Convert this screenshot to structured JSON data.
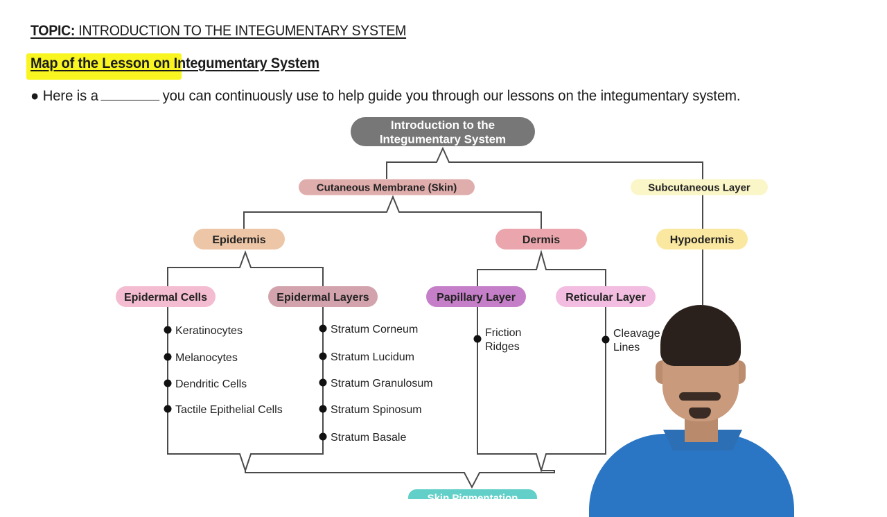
{
  "header": {
    "topic_label": "TOPIC:",
    "topic_text": " INTRODUCTION TO THE INTEGUMENTARY SYSTEM",
    "lesson_title": "Map of the Lesson on Integumentary System",
    "bullet_before": "Here is a",
    "bullet_after": "you can continuously use to help guide you through our lessons on the integumentary system."
  },
  "map": {
    "root": "Introduction to the|Integumentary System",
    "cutaneous": "Cutaneous Membrane (Skin)",
    "subcutaneous": "Subcutaneous Layer",
    "epidermis": "Epidermis",
    "dermis": "Dermis",
    "hypodermis": "Hypodermis",
    "epidermal_cells": "Epidermal Cells",
    "epidermal_layers": "Epidermal Layers",
    "papillary": "Papillary Layer",
    "reticular": "Reticular Layer",
    "epidermal_cell_items": [
      "Keratinocytes",
      "Melanocytes",
      "Dendritic Cells",
      "Tactile Epithelial Cells"
    ],
    "epidermal_layer_items": [
      "Stratum Corneum",
      "Stratum Lucidum",
      "Stratum Granulosum",
      "Stratum Spinosum",
      "Stratum Basale"
    ],
    "papillary_items": [
      "Friction|Ridges"
    ],
    "reticular_items": [
      "Cleavage|Lines"
    ],
    "bottom_node": "Skin Pigmentation"
  },
  "colors": {
    "root": "#777777",
    "cutaneous": "#e0adad",
    "subcutaneous": "#fbf6c8",
    "epidermis": "#ecc6a6",
    "dermis": "#eaa6ac",
    "hypodermis": "#fbe8a0",
    "epidermal_cells": "#f4bcd0",
    "epidermal_layers": "#d2a3ad",
    "papillary": "#c57fc8",
    "reticular": "#f2bde0",
    "bottom": "#62d0c8",
    "line": "#4a4a4a",
    "highlight": "#f8f520"
  }
}
